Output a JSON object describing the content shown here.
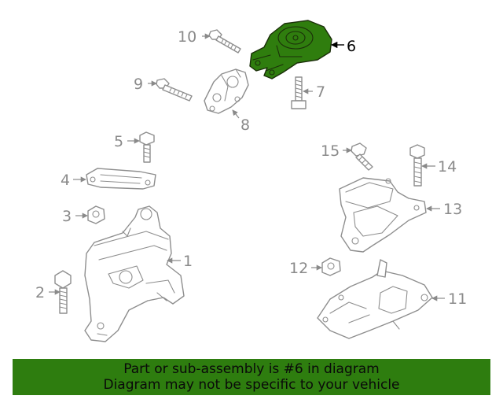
{
  "callouts": {
    "c1": "1",
    "c2": "2",
    "c3": "3",
    "c4": "4",
    "c5": "5",
    "c6": "6",
    "c7": "7",
    "c8": "8",
    "c9": "9",
    "c10": "10",
    "c11": "11",
    "c12": "12",
    "c13": "13",
    "c14": "14",
    "c15": "15"
  },
  "highlight": {
    "part": "6",
    "color": "#2e7d0f"
  },
  "banner": {
    "line1": "Part or sub-assembly is #6 in diagram",
    "line2": "Diagram may not be specific to your vehicle"
  }
}
